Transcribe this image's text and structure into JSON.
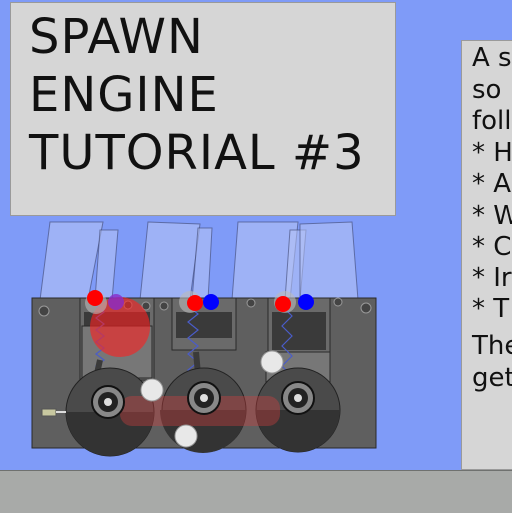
{
  "title_panel": {
    "lines": [
      "SPAWN",
      "ENGINE",
      "TUTORIAL #3"
    ]
  },
  "info_panel": {
    "lines": [
      "A s",
      "so",
      "foll",
      "* H",
      "* A",
      "* W",
      "* C",
      "* Ir",
      "* T",
      "The",
      "get"
    ]
  },
  "colors": {
    "sky": "#7f9bf8",
    "panel": "#d6d6d6",
    "engine_block": "#5f5f5f",
    "red_ball": "#ff0000",
    "blue_ball": "#0000ff",
    "ground": "#a8aaa8"
  },
  "engine": {
    "cylinders": 3,
    "ball_colors": [
      "red",
      "blue"
    ]
  }
}
